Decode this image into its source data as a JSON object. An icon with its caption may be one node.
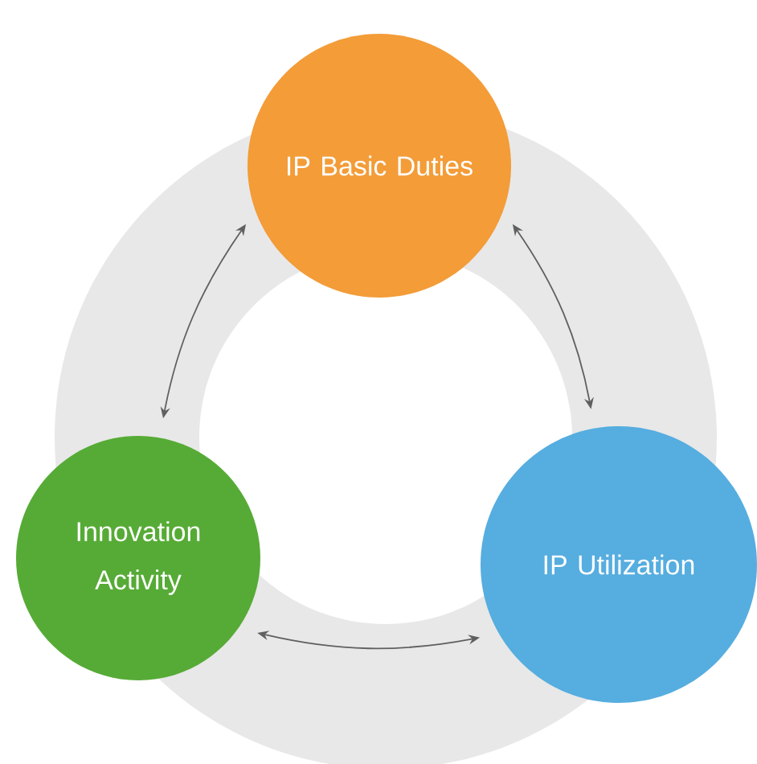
{
  "diagram": {
    "nodes": [
      {
        "text": [
          "IP Basic Duties"
        ]
      },
      {
        "text": [
          "Innovation Activity"
        ]
      },
      {
        "text": [
          "IP Utilization"
        ]
      }
    ],
    "edges": [
      {
        "from": 0,
        "to": 1,
        "arrow": "both"
      },
      {
        "from": 0,
        "to": 2,
        "arrow": "both"
      },
      {
        "from": 1,
        "to": 2,
        "arrow": "both"
      }
    ]
  }
}
